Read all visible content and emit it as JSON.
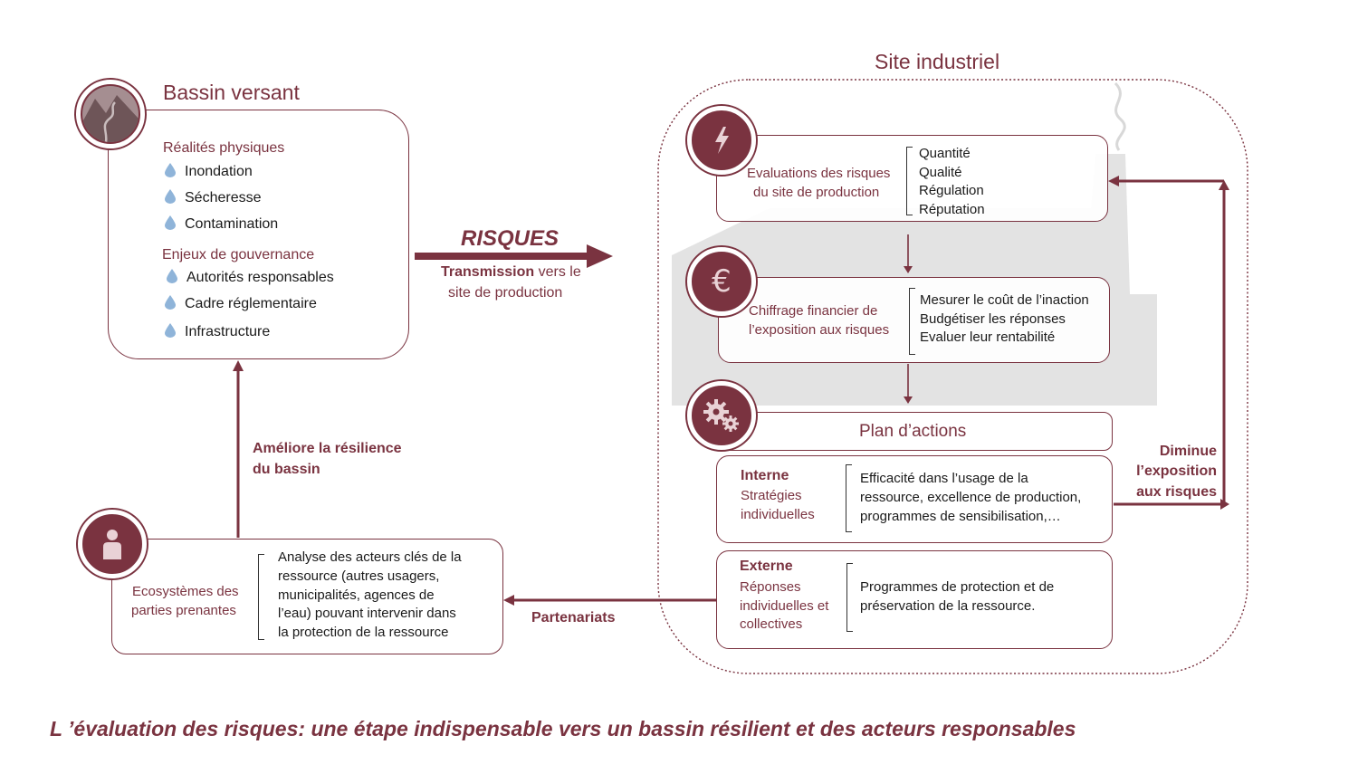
{
  "bassin": {
    "title": "Bassin versant",
    "physical_heading": "Réalités physiques",
    "physical_items": [
      "Inondation",
      "Sécheresse",
      "Contamination"
    ],
    "governance_heading": "Enjeux de gouvernance",
    "governance_items": [
      "Autorités responsables",
      "Cadre réglementaire",
      "Infrastructure"
    ]
  },
  "risques": {
    "label": "RISQUES",
    "transmission_bold": "Transmission",
    "transmission_rest": "vers le",
    "transmission_line2": "site de production"
  },
  "site": {
    "title": "Site industriel",
    "eval": {
      "label_line1": "Evaluations des risques",
      "label_line2": "du site de production",
      "items": [
        "Quantité",
        "Qualité",
        "Régulation",
        "Réputation"
      ]
    },
    "chiffrage": {
      "label_line1": "Chiffrage financier de",
      "label_line2": "l’exposition aux risques",
      "items": [
        "Mesurer le coût de l’inaction",
        "Budgétiser les réponses",
        "Evaluer leur rentabilité"
      ]
    },
    "plan": {
      "label": "Plan d’actions"
    },
    "interne": {
      "title": "Interne",
      "sub_line1": "Stratégies",
      "sub_line2": "individuelles",
      "text_lines": [
        "Efficacité dans l’usage de la",
        "ressource, excellence de production,",
        "programmes de sensibilisation,…"
      ]
    },
    "externe": {
      "title": "Externe",
      "sub_lines": [
        "Réponses",
        "individuelles et",
        "collectives"
      ],
      "text_lines": [
        "Programmes de protection et de",
        "préservation de la ressource."
      ]
    }
  },
  "diminue": {
    "lines": [
      "Diminue",
      "l’exposition",
      "aux risques"
    ]
  },
  "ameliore": {
    "lines": [
      "Améliore la résilience",
      "du bassin"
    ]
  },
  "ecosystemes": {
    "label_line1": "Ecosystèmes des",
    "label_line2": "parties prenantes",
    "text_lines": [
      "Analyse des acteurs clés de la",
      "ressource (autres usagers,",
      "municipalités, agences de",
      "l’eau) pouvant intervenir dans",
      "la protection de la ressource"
    ]
  },
  "partenariats": "Partenariats",
  "caption": "L ’évaluation des risques: une étape indispensable vers un bassin résilient et des acteurs responsables",
  "colors": {
    "accent": "#7a3340",
    "factory": "#e3e3e3",
    "drop": "#8fb4d9"
  }
}
